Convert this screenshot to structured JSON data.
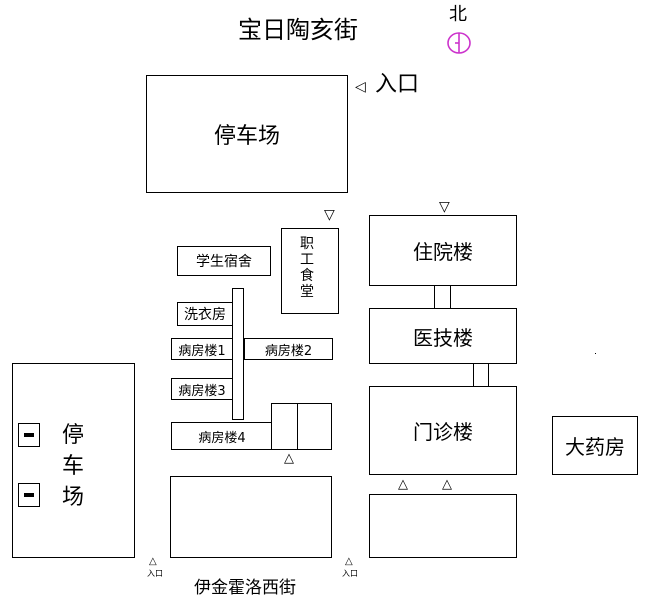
{
  "title": "宝日陶亥街",
  "north": {
    "label": "北"
  },
  "entrance_top": {
    "arrow": "◁",
    "label": "入口"
  },
  "buildings": {
    "parking_top": "停车场",
    "student_dorm": "学生宿舍",
    "staff_canteen": [
      "职",
      "工",
      "食",
      "堂"
    ],
    "laundry": "洗衣房",
    "ward1": "病房楼1",
    "ward2": "病房楼2",
    "ward3": "病房楼3",
    "ward4": "病房楼4",
    "inpatient": "住院楼",
    "medtech": "医技楼",
    "outpatient": "门诊楼",
    "pharmacy": "大药房",
    "parking_left": [
      "停",
      "车",
      "场"
    ]
  },
  "street_bottom": "伊金霍洛西街",
  "entrance_small": "入口",
  "arrows": {
    "down": "▽",
    "up": "△"
  },
  "colors": {
    "compass": "#cc33cc",
    "line": "#000000"
  }
}
